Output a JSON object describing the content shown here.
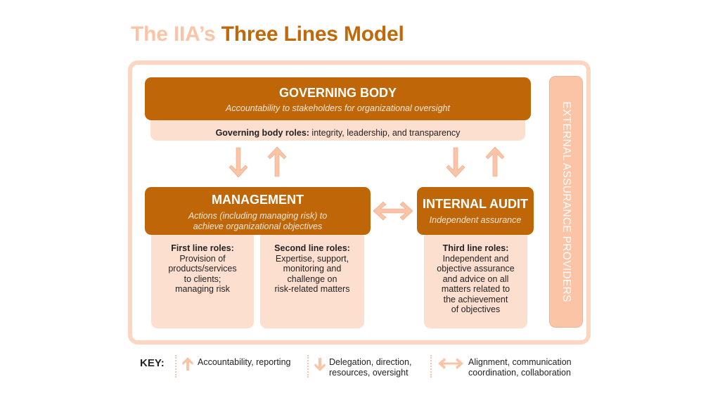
{
  "title": {
    "part1": "The IIA’s",
    "part2": "Three Lines Model"
  },
  "colors": {
    "dark": "#bf6708",
    "light": "#fddfd0",
    "accent": "#fcc4a6",
    "frame": "#fdd6c3"
  },
  "governing_body": {
    "heading": "GOVERNING BODY",
    "subtitle": "Accountability to stakeholders for organizational oversight",
    "roles_label": "Governing body roles:",
    "roles_text": " integrity, leadership, and transparency"
  },
  "management": {
    "heading": "MANAGEMENT",
    "subtitle_line1": "Actions (including managing risk) to",
    "subtitle_line2": "achieve organizational objectives",
    "first_line": {
      "label": "First line roles:",
      "lines": [
        "Provision of",
        "products/services",
        "to clients;",
        "managing risk"
      ]
    },
    "second_line": {
      "label": "Second line roles:",
      "lines": [
        "Expertise, support,",
        "monitoring and",
        "challenge on",
        "risk-related matters"
      ]
    }
  },
  "internal_audit": {
    "heading": "INTERNAL AUDIT",
    "subtitle": "Independent assurance",
    "third_line": {
      "label": "Third line roles:",
      "lines": [
        "Independent and",
        "objective assurance",
        "and advice on all",
        "matters related to",
        "the achievement",
        "of objectives"
      ]
    }
  },
  "external": {
    "label": "EXTERNAL ASSURANCE PROVIDERS"
  },
  "key": {
    "label": "KEY:",
    "items": [
      {
        "icon": "arrow-up-icon",
        "lines": [
          "Accountability, reporting"
        ]
      },
      {
        "icon": "arrow-down-icon",
        "lines": [
          "Delegation, direction,",
          "resources, oversight"
        ]
      },
      {
        "icon": "arrow-both-icon",
        "lines": [
          "Alignment, communication",
          "coordination, collaboration"
        ]
      }
    ]
  }
}
